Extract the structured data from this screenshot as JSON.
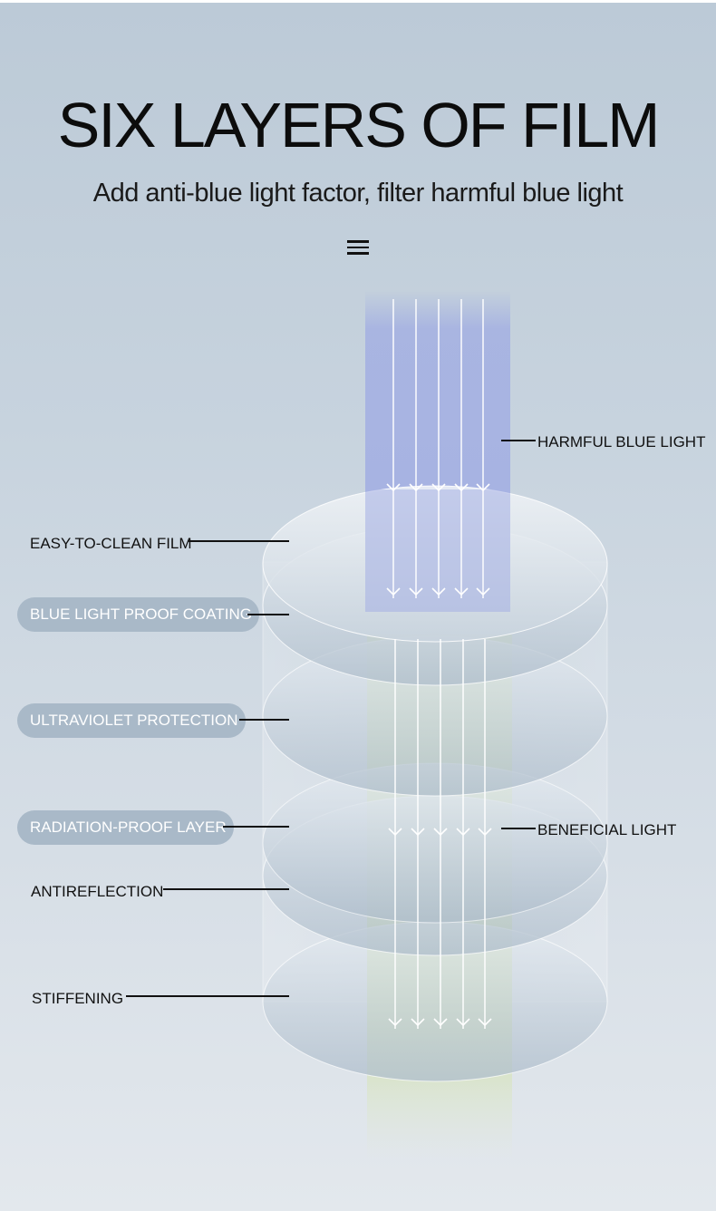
{
  "title": "SIX LAYERS OF FILM",
  "subtitle": "Add anti-blue light factor, filter harmful blue light",
  "icons": {
    "menu": "menu-icon"
  },
  "light_labels": {
    "harmful": "HARMFUL BLUE LIGHT",
    "beneficial": "BENEFICIAL LIGHT"
  },
  "layers": [
    {
      "label": "EASY-TO-CLEAN FILM",
      "style": "plain"
    },
    {
      "label": "BLUE LIGHT PROOF COATING",
      "style": "pill"
    },
    {
      "label": "ULTRAVIOLET PROTECTION",
      "style": "pill"
    },
    {
      "label": "RADIATION-PROOF LAYER",
      "style": "pill"
    },
    {
      "label": "ANTIREFLECTION",
      "style": "plain"
    },
    {
      "label": "STIFFENING",
      "style": "plain"
    }
  ],
  "colors": {
    "harmful_beam": "#9aa8e0",
    "beneficial_beam": "#cfe0a6",
    "pill": "#a9b9c8",
    "disc": "#b9c6d3"
  }
}
